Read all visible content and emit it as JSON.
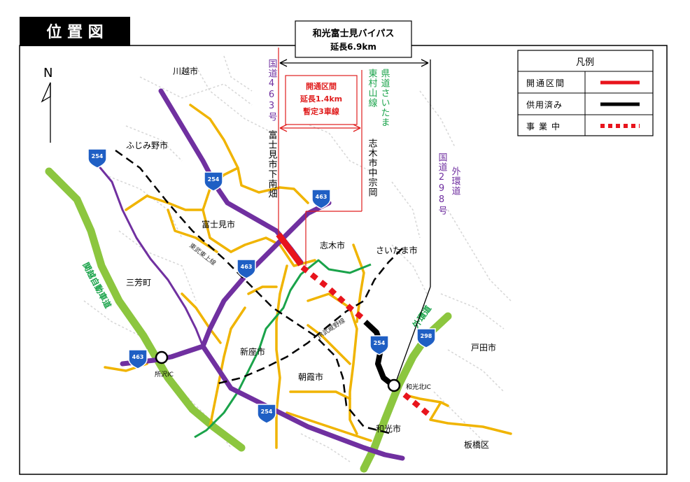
{
  "header": {
    "label": "位 置 図",
    "bg_color": "#000000",
    "text_color": "#ffffff"
  },
  "bypass_box": {
    "line1": "和光富士見バイパス",
    "line2": "延長6.9km"
  },
  "open_section_box": {
    "line1": "開通区間",
    "line2": "延長1.4km",
    "line3": "暫定3車線",
    "color": "#e01e1e"
  },
  "legend": {
    "title": "凡例",
    "rows": [
      {
        "label": "開通区間",
        "color": "#e8141c",
        "style": "solid"
      },
      {
        "label": "供用済み",
        "color": "#000000",
        "style": "solid"
      },
      {
        "label": "事業中",
        "color": "#e8141c",
        "style": "dashed"
      }
    ]
  },
  "north": {
    "label": "N"
  },
  "vertical_labels": {
    "route463": "国道463号",
    "fujimi_shimonanbata": "富士見市下南畑",
    "prefectural_road": "県道さいたま東村山線",
    "shiki_nakamuneoka": "志木市中宗岡",
    "route298": "国道298号",
    "gaikan": "外環道"
  },
  "places": {
    "kawagoe": "川越市",
    "fujimino": "ふじみ野市",
    "fujimi": "富士見市",
    "miyoshi": "三芳町",
    "shiki": "志木市",
    "saitama": "さいたま市",
    "niiza": "新座市",
    "asaka": "朝霞市",
    "wako": "和光市",
    "toda": "戸田市",
    "itabashi": "板橋区"
  },
  "route_badges": [
    {
      "num": "254"
    },
    {
      "num": "254"
    },
    {
      "num": "463"
    },
    {
      "num": "463"
    },
    {
      "num": "463"
    },
    {
      "num": "254"
    },
    {
      "num": "254"
    },
    {
      "num": "298"
    }
  ],
  "lines": {
    "tobu_tojo": "東武東上線",
    "jr_musashino": "JR武蔵野線",
    "kanetsu": "関越自動車道",
    "gaikan_road": "外環道"
  },
  "interchanges": {
    "tokorozawa": "所沢IC",
    "wakokita": "和光北IC"
  },
  "colors": {
    "purple": "#7030a0",
    "yellow": "#f0b400",
    "green_light": "#8cc63f",
    "green": "#1aa34a",
    "red": "#e8141c",
    "shield_blue": "#1f5fc4"
  }
}
